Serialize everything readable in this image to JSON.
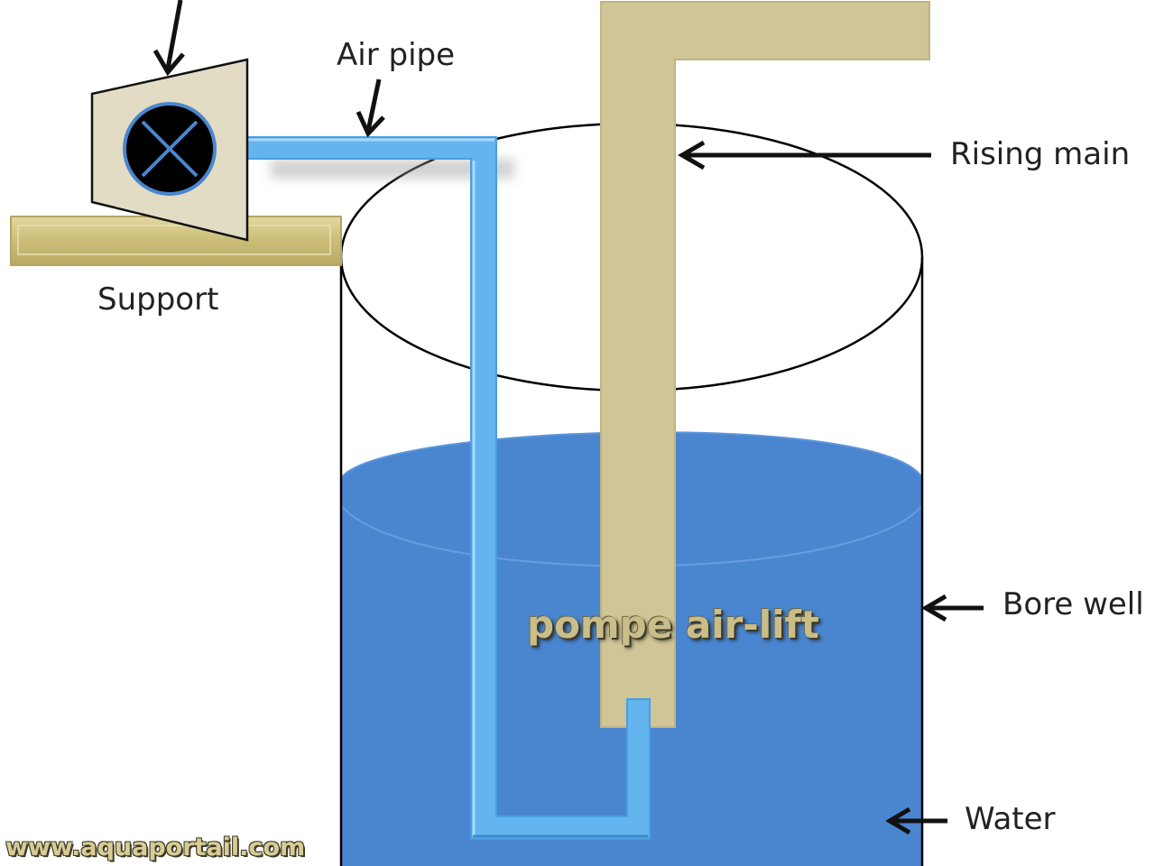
{
  "labels": {
    "air_pipe": "Air pipe",
    "rising_main": "Rising main",
    "support": "Support",
    "bore_well": "Bore well",
    "water": "Water"
  },
  "watermark": "pompe air-lift",
  "site_url": "www.aquaportail.com",
  "colors": {
    "water": "#4a86cf",
    "air_pipe": "#64b4f0",
    "rising_main": "#cfc596",
    "support": "#d6c98a",
    "compressor_body": "#e2dcc4",
    "fan": "#000000"
  },
  "icons": {
    "compressor_fan": "x-in-circle-icon"
  }
}
